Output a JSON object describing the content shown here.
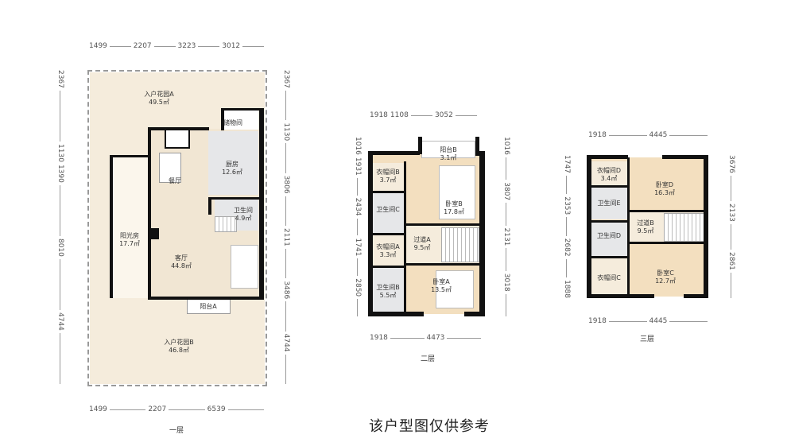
{
  "floors": [
    {
      "label": "一层",
      "dims": {
        "top": [
          "1499",
          "2207",
          "3223",
          "3012"
        ],
        "left": [
          "2367",
          "1130",
          "1390",
          "8010",
          "4744"
        ],
        "right": [
          "2367",
          "1130",
          "3806",
          "2111",
          "3486",
          "4744"
        ],
        "bottom": [
          "1499",
          "2207",
          "6539"
        ]
      },
      "rooms": [
        {
          "name": "入户花园A",
          "area": "49.5㎡"
        },
        {
          "name": "储物间",
          "area": ""
        },
        {
          "name": "厨房",
          "area": "12.6㎡"
        },
        {
          "name": "餐厅",
          "area": ""
        },
        {
          "name": "卫生间",
          "area": "4.9㎡"
        },
        {
          "name": "阳光房",
          "area": "17.7㎡"
        },
        {
          "name": "客厅",
          "area": "44.8㎡"
        },
        {
          "name": "阳台A",
          "area": ""
        },
        {
          "name": "入户花园B",
          "area": "46.8㎡"
        }
      ]
    },
    {
      "label": "二层",
      "dims": {
        "top": [
          "1918",
          "1108",
          "3052"
        ],
        "left": [
          "1016",
          "1931",
          "2434",
          "1741",
          "2850"
        ],
        "right": [
          "1016",
          "3807",
          "2131",
          "3018"
        ],
        "bottom": [
          "1918",
          "4473"
        ]
      },
      "rooms": [
        {
          "name": "阳台B",
          "area": "3.1㎡"
        },
        {
          "name": "衣帽间B",
          "area": "3.7㎡"
        },
        {
          "name": "卧室B",
          "area": "17.8㎡"
        },
        {
          "name": "卫生间C",
          "area": ""
        },
        {
          "name": "过道A",
          "area": "9.5㎡"
        },
        {
          "name": "衣帽间A",
          "area": "3.3㎡"
        },
        {
          "name": "卫生间B",
          "area": "5.5㎡"
        },
        {
          "name": "卧室A",
          "area": "13.5㎡"
        }
      ]
    },
    {
      "label": "三层",
      "dims": {
        "top": [
          "1918",
          "4445"
        ],
        "left": [
          "1747",
          "2353",
          "2682",
          "1888"
        ],
        "right": [
          "3676",
          "2133",
          "2861"
        ],
        "bottom": [
          "1918",
          "4445"
        ]
      },
      "rooms": [
        {
          "name": "衣帽间D",
          "area": "3.4㎡"
        },
        {
          "name": "卧室D",
          "area": "16.3㎡"
        },
        {
          "name": "卫生间E",
          "area": ""
        },
        {
          "name": "过道B",
          "area": "9.5㎡"
        },
        {
          "name": "卫生间D",
          "area": ""
        },
        {
          "name": "衣帽间C",
          "area": ""
        },
        {
          "name": "卧室C",
          "area": "12.7㎡"
        }
      ]
    }
  ],
  "caption": "该户型图仅供参考"
}
